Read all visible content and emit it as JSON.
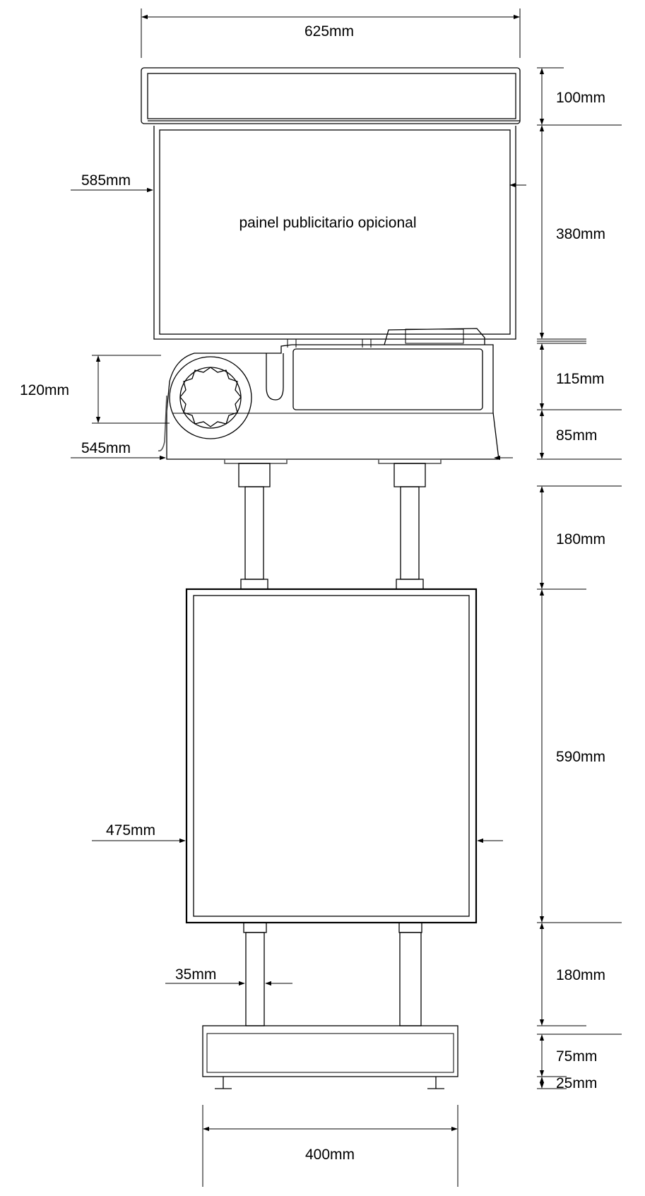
{
  "panel_label": "painel publicitario opicional",
  "dimensions": {
    "top_width": "625mm",
    "top_header_height": "100mm",
    "panel_width": "585mm",
    "panel_height": "380mm",
    "scale_upper_height": "115mm",
    "scale_lower_height": "85mm",
    "scale_depth": "120mm",
    "scale_width": "545mm",
    "upper_column_height": "180mm",
    "lower_panel_height": "590mm",
    "lower_panel_width": "475mm",
    "lower_column_height": "180mm",
    "column_width": "35mm",
    "base_height": "75mm",
    "feet_height": "25mm",
    "base_width": "400mm"
  }
}
